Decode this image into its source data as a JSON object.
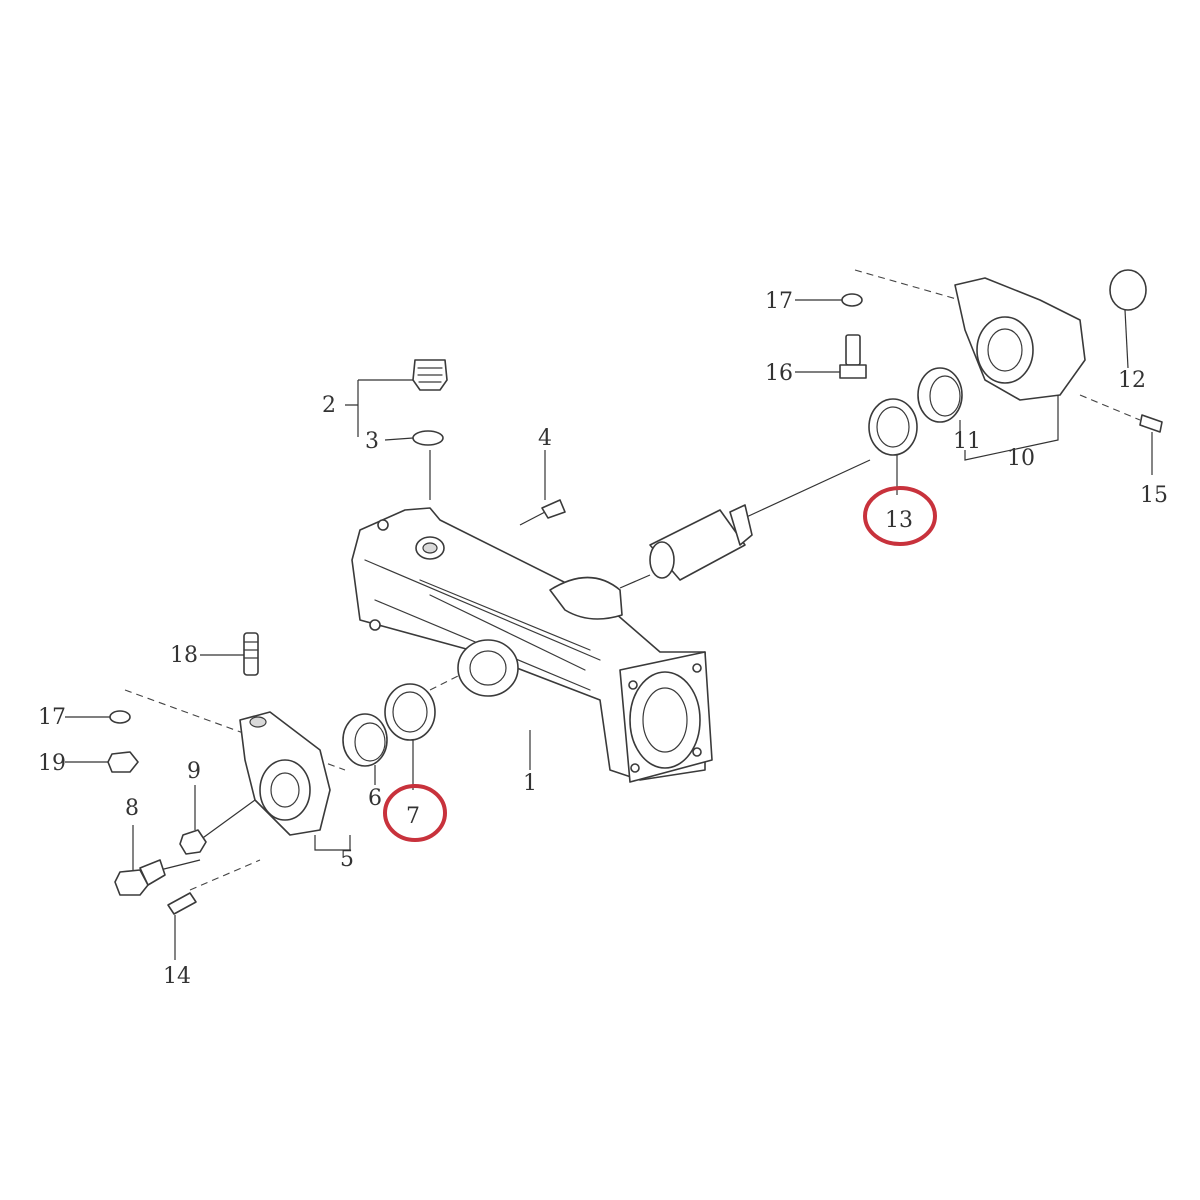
{
  "callouts": [
    "1",
    "2",
    "3",
    "4",
    "5",
    "6",
    "7",
    "8",
    "9",
    "10",
    "11",
    "12",
    "13",
    "14",
    "15",
    "16",
    "17",
    "17",
    "18",
    "19"
  ],
  "highlight_color": "#c8323c"
}
